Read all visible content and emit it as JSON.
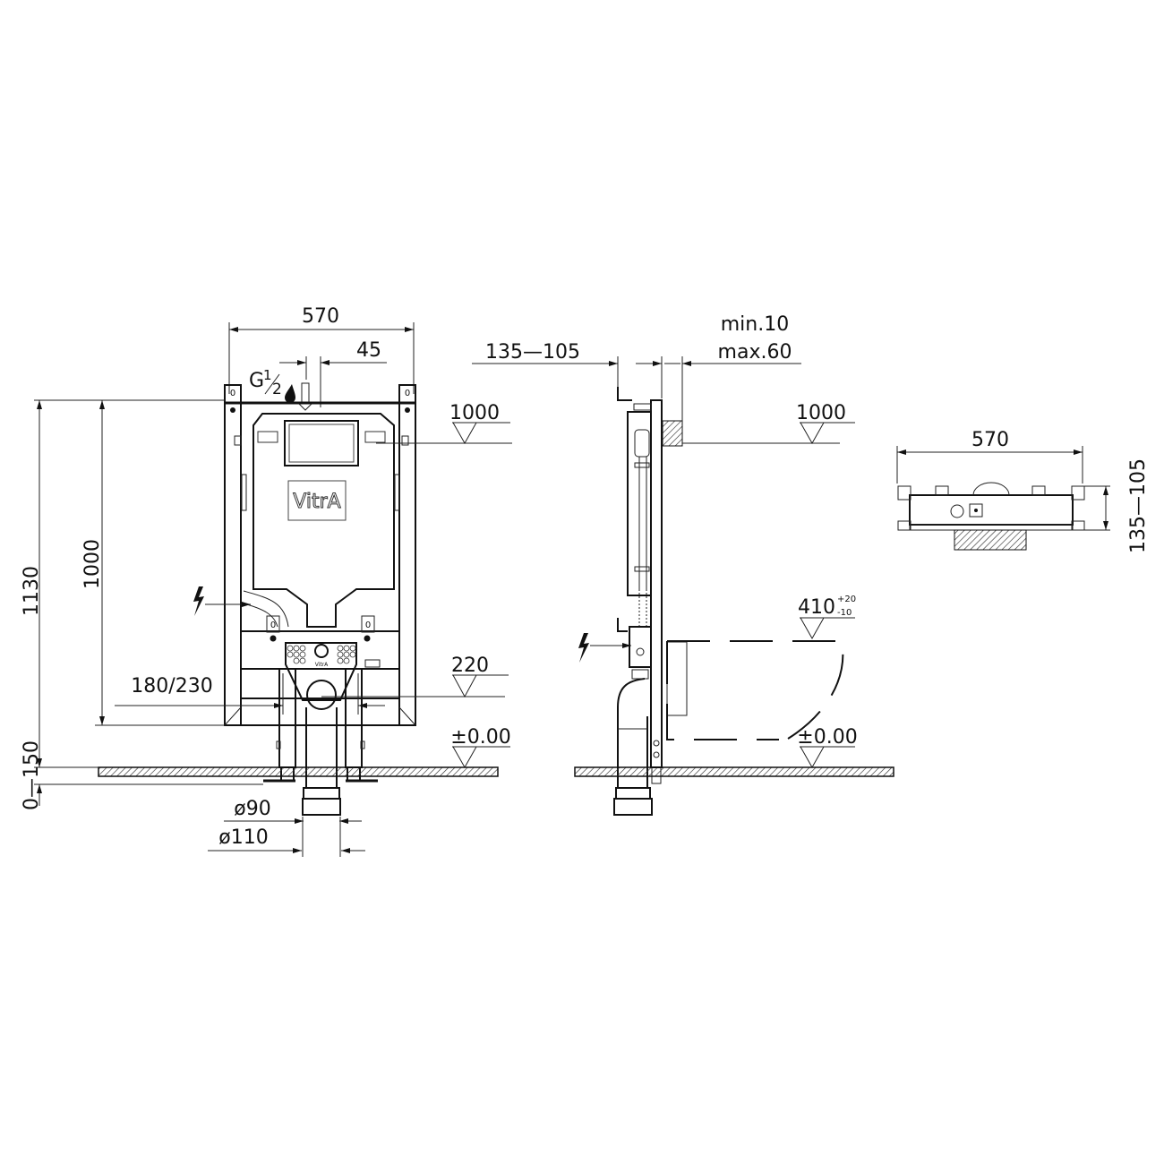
{
  "title": "Concealed cistern installation frame — technical dimension drawing",
  "brand_logo": "VitrA",
  "brand_logo_small": "VitrA",
  "colors": {
    "line": "#111111",
    "background": "#ffffff",
    "hatch": "#333333"
  },
  "front_view": {
    "width_label": "570",
    "inlet_offset_label": "45",
    "inlet_thread_label": "G½",
    "inlet_thread_main": "G",
    "inlet_thread_num": "1",
    "inlet_thread_den": "2",
    "water_icon": "water-drop-icon",
    "total_height_label": "1130",
    "actuator_height_label": "1000",
    "foot_adjust_label": "0—150",
    "bolt_spacing_label": "180/230",
    "drain_inner_label": "ø90",
    "drain_outer_label": "ø110",
    "electric_icon": "lightning-bolt-icon",
    "levels": [
      {
        "label": "1000"
      },
      {
        "label": "220"
      },
      {
        "label": "±0.00"
      }
    ],
    "tag_labels": [
      "0",
      "0",
      "0",
      "0"
    ]
  },
  "side_view": {
    "depth_label": "135—105",
    "wall_gap_min": "min.10",
    "wall_gap_max": "max.60",
    "electric_icon": "lightning-bolt-icon",
    "levels": [
      {
        "label": "1000"
      },
      {
        "label": "410",
        "tol_plus": "+20",
        "tol_minus": "-10"
      },
      {
        "label": "±0.00"
      }
    ]
  },
  "top_view": {
    "width_label": "570",
    "depth_label": "135—105"
  }
}
